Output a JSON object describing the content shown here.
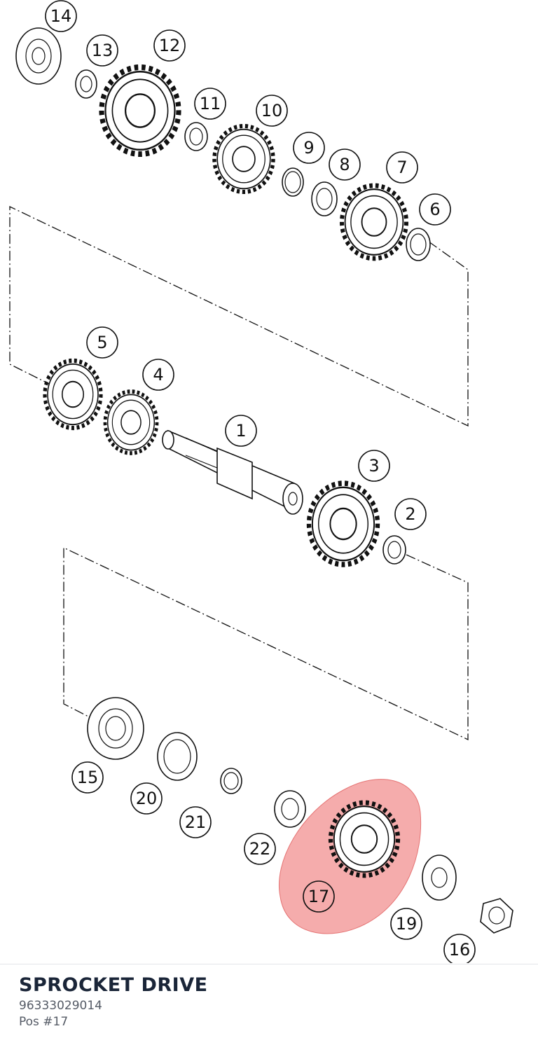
{
  "callouts": [
    {
      "id": "1",
      "label": "1"
    },
    {
      "id": "2",
      "label": "2"
    },
    {
      "id": "3",
      "label": "3"
    },
    {
      "id": "4",
      "label": "4"
    },
    {
      "id": "5",
      "label": "5"
    },
    {
      "id": "6",
      "label": "6"
    },
    {
      "id": "7",
      "label": "7"
    },
    {
      "id": "8",
      "label": "8"
    },
    {
      "id": "9",
      "label": "9"
    },
    {
      "id": "10",
      "label": "10"
    },
    {
      "id": "11",
      "label": "11"
    },
    {
      "id": "12",
      "label": "12"
    },
    {
      "id": "13",
      "label": "13"
    },
    {
      "id": "14",
      "label": "14"
    },
    {
      "id": "15",
      "label": "15"
    },
    {
      "id": "16",
      "label": "16"
    },
    {
      "id": "17",
      "label": "17"
    },
    {
      "id": "19",
      "label": "19"
    },
    {
      "id": "20",
      "label": "20"
    },
    {
      "id": "21",
      "label": "21"
    },
    {
      "id": "22",
      "label": "22"
    }
  ],
  "highlight": {
    "callout": "17",
    "color": "#f08080"
  },
  "part": {
    "title": "SPROCKET DRIVE",
    "number": "96333029014",
    "position": "Pos #17"
  }
}
